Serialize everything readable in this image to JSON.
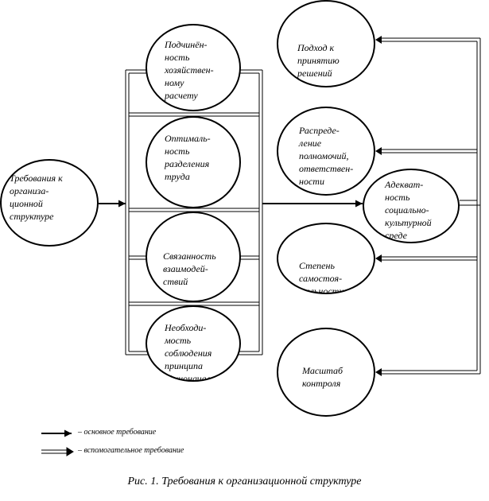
{
  "nodes": {
    "root": "Требования к\nорганиза-\nционной\nструктуре",
    "subordination": "Подчинён-\nность\nхозяйствен-\nному\nрасчету",
    "division": "Оптималь-\nность\nразделения\nтруда",
    "connectivity": "Связанность\nвзаимодей-\nствий",
    "necessity": "Необходи-\nмость\nсоблюдения\nпринципа\nединоначалия",
    "decision": "Подход к\nпринятию\nрешений",
    "distribution": "Распреде-\nление\nполномочий,\nответствен-\nности",
    "adequacy": "Адекват-\nность\nсоциально-\nкультурной\nсреде",
    "autonomy": "Степень\nсамостоя-\nтельности",
    "scale": "Масштаб\nконтроля"
  },
  "legend": {
    "main": "– основное требование",
    "aux": "– вспомогательное требование"
  },
  "caption": "Рис. 1. Требования к организационной структуре"
}
